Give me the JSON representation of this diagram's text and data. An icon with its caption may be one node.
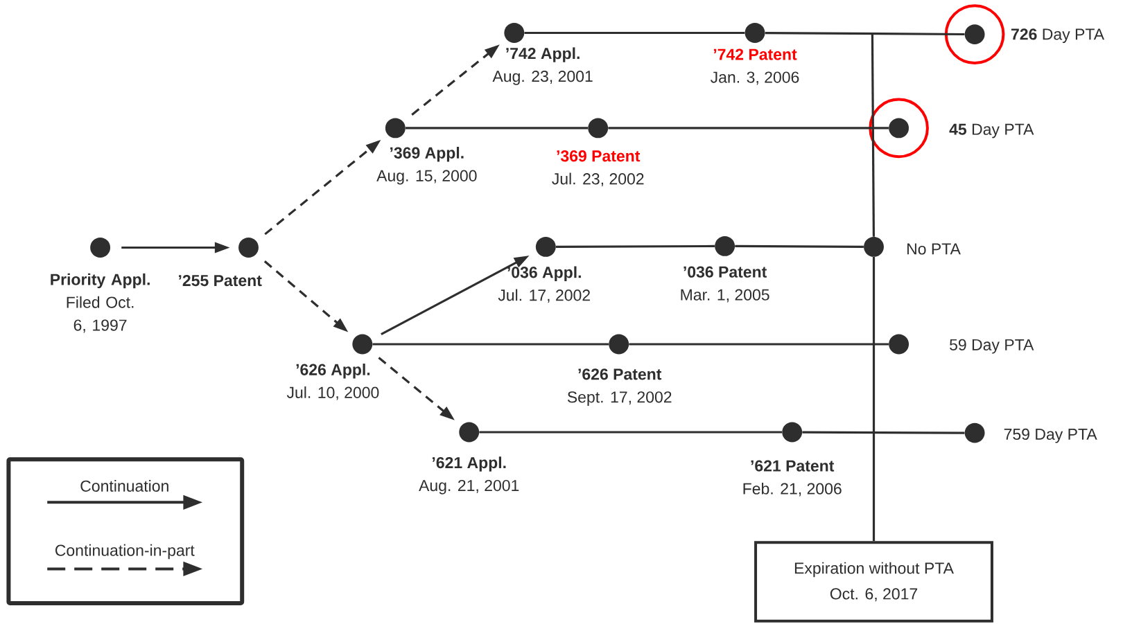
{
  "diagram": {
    "nodes": [
      {
        "text": [
          "Priority Appl.",
          "Filed Oct. 6, 1997"
        ]
      },
      {
        "text": [
          "’255 Patent"
        ]
      },
      {
        "text": [
          "’369 Appl.",
          "Aug. 15, 2000"
        ]
      },
      {
        "text": [
          "’742 Appl.",
          "Aug. 23, 2001"
        ]
      },
      {
        "text": [
          "’742 Patent",
          "Jan. 3, 2006"
        ]
      },
      {
        "text": [
          "**726** Day PTA"
        ]
      },
      {
        "text": [
          "’369 Patent",
          "Jul. 23, 2002"
        ]
      },
      {
        "text": [
          "**45** Day PTA"
        ]
      },
      {
        "text": [
          "’626 Appl.",
          "Jul. 10, 2000"
        ]
      },
      {
        "text": [
          "’036 Appl.",
          "Jul. 17, 2002"
        ]
      },
      {
        "text": [
          "’036 Patent",
          "Mar. 1, 2005"
        ]
      },
      {
        "text": [
          "No PTA"
        ]
      },
      {
        "text": [
          "’626 Patent",
          "Sept. 17, 2002"
        ]
      },
      {
        "text": [
          "59 Day PTA"
        ]
      },
      {
        "text": [
          "’621 Appl.",
          "Aug. 21, 2001"
        ]
      },
      {
        "text": [
          "’621 Patent",
          "Feb. 21, 2006"
        ]
      },
      {
        "text": [
          "759 Day PTA"
        ]
      },
      {
        "text": [
          "Expiration without PTA",
          "Oct. 6, 2017"
        ]
      }
    ],
    "edges": [
      {
        "from": 0,
        "to": 1,
        "arrow": "to"
      },
      {
        "from": 1,
        "to": 2,
        "arrow": "to",
        "style": "dashed"
      },
      {
        "from": 1,
        "to": 8,
        "arrow": "to",
        "style": "dashed"
      },
      {
        "from": 2,
        "to": 3,
        "arrow": "to",
        "style": "dashed"
      },
      {
        "from": 8,
        "to": 9,
        "arrow": "to"
      },
      {
        "from": 8,
        "to": 14,
        "arrow": "to",
        "style": "dashed"
      },
      {
        "from": 3,
        "to": 4,
        "arrow": "none"
      },
      {
        "from": 4,
        "to": 5,
        "arrow": "none"
      },
      {
        "from": 2,
        "to": 6,
        "arrow": "none"
      },
      {
        "from": 6,
        "to": 7,
        "arrow": "none"
      },
      {
        "from": 9,
        "to": 10,
        "arrow": "none"
      },
      {
        "from": 10,
        "to": 11,
        "arrow": "none"
      },
      {
        "from": 8,
        "to": 12,
        "arrow": "none"
      },
      {
        "from": 12,
        "to": 13,
        "arrow": "none"
      },
      {
        "from": 14,
        "to": 15,
        "arrow": "none"
      },
      {
        "from": 15,
        "to": 16,
        "arrow": "none"
      },
      {
        "from": 11,
        "to": 17,
        "arrow": "none"
      },
      {
        "from": null,
        "to": 11,
        "arrow": "none"
      }
    ],
    "legend": [
      {
        "text": "Continuation"
      },
      {
        "text": "Continuation-in-part"
      }
    ]
  }
}
